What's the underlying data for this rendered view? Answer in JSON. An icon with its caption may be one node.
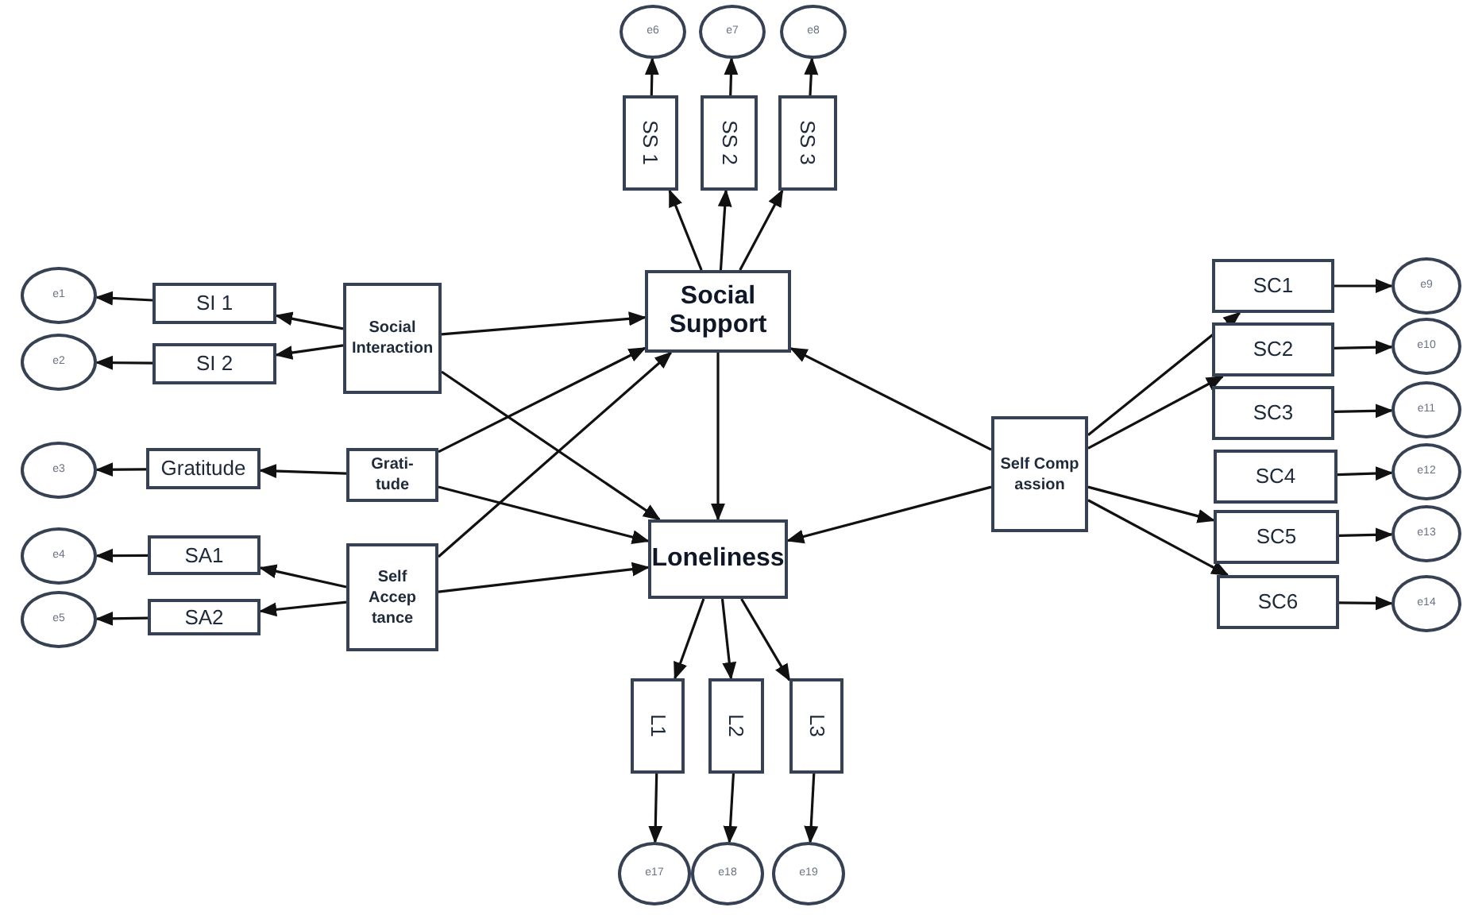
{
  "diagram": {
    "nodes": [
      {
        "text": [
          "e6"
        ]
      },
      {
        "text": [
          "e7"
        ]
      },
      {
        "text": [
          "e8"
        ]
      },
      {
        "text": [
          "SS 1"
        ]
      },
      {
        "text": [
          "SS 2"
        ]
      },
      {
        "text": [
          "SS 3"
        ]
      },
      {
        "text": [
          "e1"
        ]
      },
      {
        "text": [
          "SI 1"
        ]
      },
      {
        "text": [
          "Social Interaction"
        ]
      },
      {
        "text": [
          "Social Support"
        ]
      },
      {
        "text": [
          "SC1"
        ]
      },
      {
        "text": [
          "e9"
        ]
      },
      {
        "text": [
          "e2"
        ]
      },
      {
        "text": [
          "SI 2"
        ]
      },
      {
        "text": [
          "SC2"
        ]
      },
      {
        "text": [
          "e10"
        ]
      },
      {
        "text": [
          "SC3"
        ]
      },
      {
        "text": [
          "e11"
        ]
      },
      {
        "text": [
          "e3"
        ]
      },
      {
        "text": [
          "Gratitude"
        ]
      },
      {
        "text": [
          "Grati- tude"
        ]
      },
      {
        "text": [
          "Self Comp assion"
        ]
      },
      {
        "text": [
          "SC4"
        ]
      },
      {
        "text": [
          "e12"
        ]
      },
      {
        "text": [
          "e4"
        ]
      },
      {
        "text": [
          "SA1"
        ]
      },
      {
        "text": [
          "Self Accep tance"
        ]
      },
      {
        "text": [
          "Loneliness"
        ]
      },
      {
        "text": [
          "SC5"
        ]
      },
      {
        "text": [
          "e13"
        ]
      },
      {
        "text": [
          "e5"
        ]
      },
      {
        "text": [
          "SA2"
        ]
      },
      {
        "text": [
          "SC6"
        ]
      },
      {
        "text": [
          "e14"
        ]
      },
      {
        "text": [
          "L1"
        ]
      },
      {
        "text": [
          "L2"
        ]
      },
      {
        "text": [
          "L3"
        ]
      },
      {
        "text": [
          "e17"
        ]
      },
      {
        "text": [
          "e18"
        ]
      },
      {
        "text": [
          "e19"
        ]
      }
    ],
    "edges": [
      {
        "from": 3,
        "to": 0,
        "arrow": "to"
      },
      {
        "from": 4,
        "to": 1,
        "arrow": "to"
      },
      {
        "from": 5,
        "to": 2,
        "arrow": "to"
      },
      {
        "from": 9,
        "to": 3,
        "arrow": "to"
      },
      {
        "from": 9,
        "to": 4,
        "arrow": "to"
      },
      {
        "from": 9,
        "to": 5,
        "arrow": "to"
      },
      {
        "from": 7,
        "to": 6,
        "arrow": "to"
      },
      {
        "from": 13,
        "to": 12,
        "arrow": "to"
      },
      {
        "from": 8,
        "to": 7,
        "arrow": "to"
      },
      {
        "from": 8,
        "to": 13,
        "arrow": "to"
      },
      {
        "from": 19,
        "to": 18,
        "arrow": "to"
      },
      {
        "from": 20,
        "to": 19,
        "arrow": "to"
      },
      {
        "from": 25,
        "to": 24,
        "arrow": "to"
      },
      {
        "from": 31,
        "to": 30,
        "arrow": "to"
      },
      {
        "from": 26,
        "to": 25,
        "arrow": "to"
      },
      {
        "from": 26,
        "to": 31,
        "arrow": "to"
      },
      {
        "from": 8,
        "to": 9,
        "arrow": "to"
      },
      {
        "from": 8,
        "to": 27,
        "arrow": "to"
      },
      {
        "from": 20,
        "to": 9,
        "arrow": "to"
      },
      {
        "from": 20,
        "to": 27,
        "arrow": "to"
      },
      {
        "from": 26,
        "to": 9,
        "arrow": "to"
      },
      {
        "from": 26,
        "to": 27,
        "arrow": "to"
      },
      {
        "from": 21,
        "to": 9,
        "arrow": "to"
      },
      {
        "from": 21,
        "to": 27,
        "arrow": "to"
      },
      {
        "from": 9,
        "to": 27,
        "arrow": "to"
      },
      {
        "from": 21,
        "to": 10,
        "arrow": "to"
      },
      {
        "from": 21,
        "to": 14,
        "arrow": "to"
      },
      {
        "from": 21,
        "to": 28,
        "arrow": "to"
      },
      {
        "from": 21,
        "to": 32,
        "arrow": "to"
      },
      {
        "from": 10,
        "to": 11,
        "arrow": "to"
      },
      {
        "from": 14,
        "to": 15,
        "arrow": "to"
      },
      {
        "from": 16,
        "to": 17,
        "arrow": "to"
      },
      {
        "from": 22,
        "to": 23,
        "arrow": "to"
      },
      {
        "from": 28,
        "to": 29,
        "arrow": "to"
      },
      {
        "from": 32,
        "to": 33,
        "arrow": "to"
      },
      {
        "from": 27,
        "to": 34,
        "arrow": "to"
      },
      {
        "from": 27,
        "to": 35,
        "arrow": "to"
      },
      {
        "from": 27,
        "to": 36,
        "arrow": "to"
      },
      {
        "from": 34,
        "to": 37,
        "arrow": "to"
      },
      {
        "from": 35,
        "to": 38,
        "arrow": "to"
      },
      {
        "from": 36,
        "to": 39,
        "arrow": "to"
      }
    ]
  }
}
